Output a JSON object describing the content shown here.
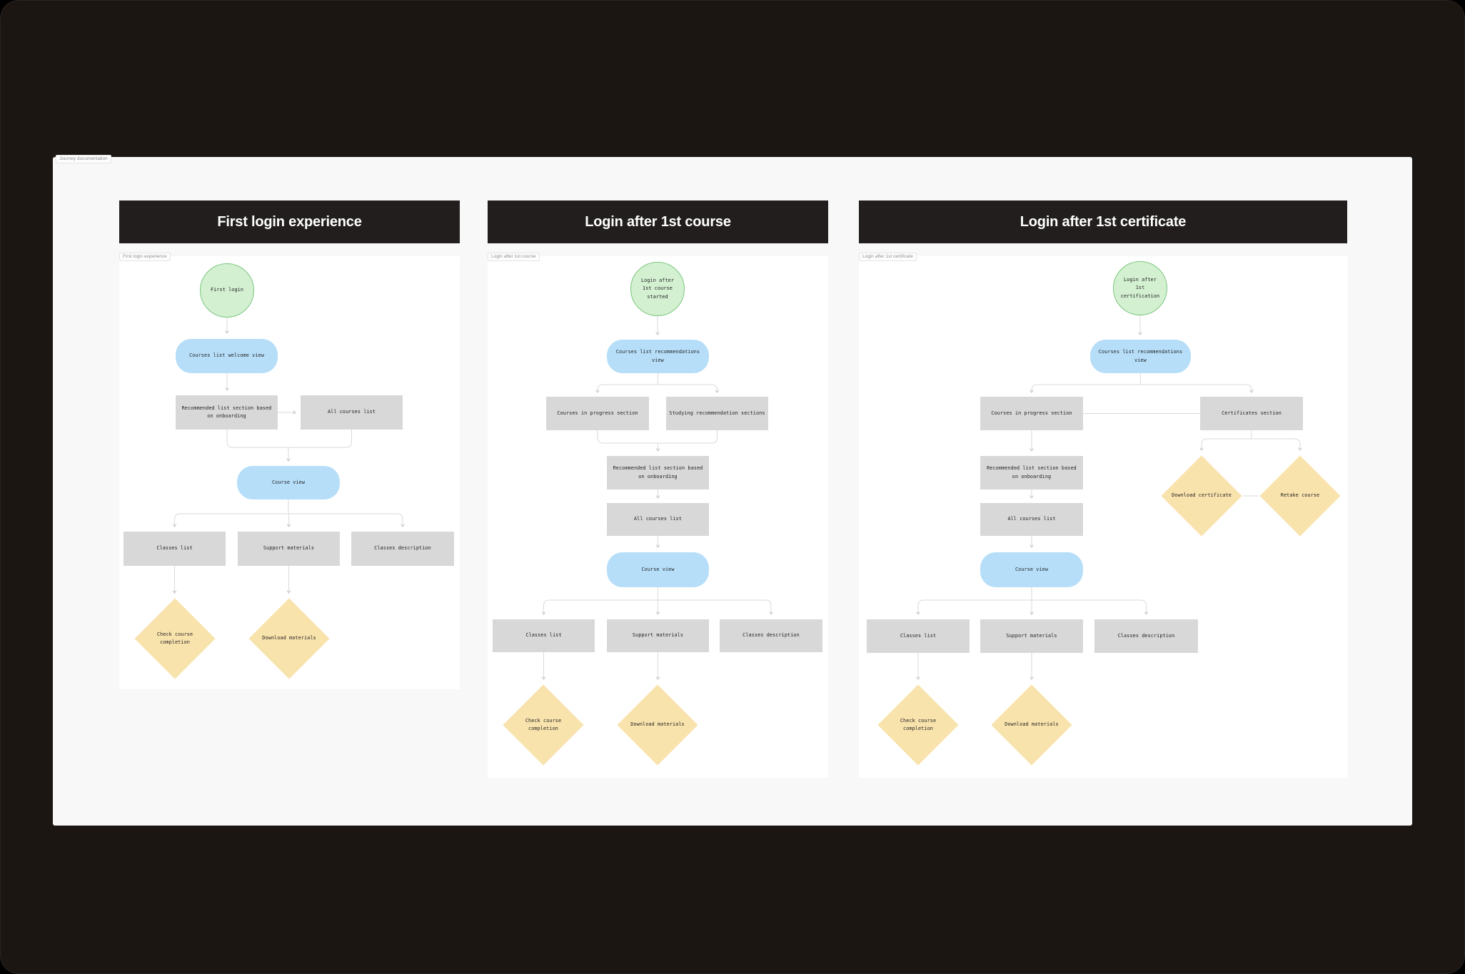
{
  "canvas": {
    "label": "Journey documentation"
  },
  "colors": {
    "backdrop": "#1c1613",
    "header_bg": "#211e1d",
    "canvas_bg": "#f8f8f8",
    "frame_bg": "#ffffff",
    "start_fill": "#d3f0d1",
    "start_stroke": "#7cc77f",
    "view_fill": "#b6def9",
    "section_fill": "#d8d8d8",
    "action_fill": "#f9e3ad",
    "connector": "#dadada"
  },
  "frames": [
    {
      "title": "First login experience",
      "label": "First login experience",
      "nodes": {
        "start": "First login",
        "welcome_view": "Courses list welcome view",
        "recommended": "Recommended list section based on onboarding",
        "all_courses": "All courses list",
        "course_view": "Course view",
        "classes_list": "Classes list",
        "support_materials": "Support materials",
        "classes_description": "Classes description",
        "check_completion": "Check course completion",
        "download_materials": "Download materials"
      }
    },
    {
      "title": "Login after 1st course",
      "label": "Login after 1st course",
      "nodes": {
        "start": "Login after 1st course started",
        "recommendations_view": "Courses list recommendations view",
        "in_progress": "Courses in progress section",
        "studying_recommendation": "Studying recommendation sections",
        "recommended": "Recommended list section based on onboarding",
        "all_courses": "All courses list",
        "course_view": "Course view",
        "classes_list": "Classes list",
        "support_materials": "Support materials",
        "classes_description": "Classes description",
        "check_completion": "Check course completion",
        "download_materials": "Download materials"
      }
    },
    {
      "title": "Login after 1st certificate",
      "label": "Login after 1st certificate",
      "nodes": {
        "start": "Login after 1st certification",
        "recommendations_view": "Courses list recommendations view",
        "in_progress": "Courses in progress section",
        "certificates": "Certificates section",
        "download_certificate": "Download certificate",
        "retake_course": "Retake course",
        "recommended": "Recommended list section based on onboarding",
        "all_courses": "All courses list",
        "course_view": "Course view",
        "classes_list": "Classes list",
        "support_materials": "Support materials",
        "classes_description": "Classes description",
        "check_completion": "Check course completion",
        "download_materials": "Download materials"
      }
    }
  ]
}
